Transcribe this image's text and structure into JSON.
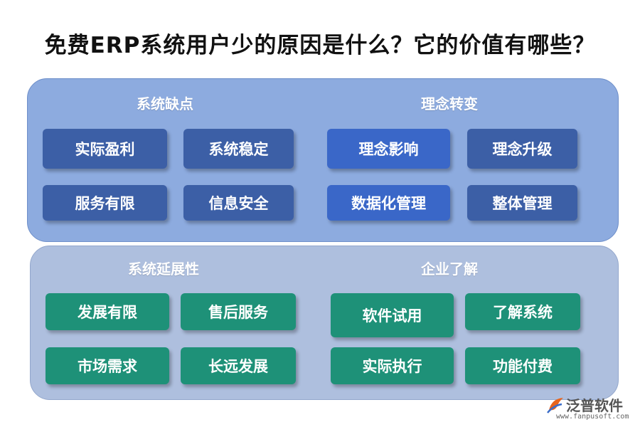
{
  "title": "免费ERP系统用户少的原因是什么？它的价值有哪些？",
  "sections": {
    "top_left": {
      "title": "系统缺点",
      "items": [
        "实际盈利",
        "系统稳定",
        "服务有限",
        "信息安全"
      ]
    },
    "top_right": {
      "title": "理念转变",
      "items": [
        "理念影响",
        "理念升级",
        "数据化管理",
        "整体管理"
      ]
    },
    "bottom_left": {
      "title": "系统延展性",
      "items": [
        "发展有限",
        "售后服务",
        "市场需求",
        "长远发展"
      ]
    },
    "bottom_right": {
      "title": "企业了解",
      "items": [
        "软件试用",
        "了解系统",
        "实际执行",
        "功能付费"
      ]
    }
  },
  "logo": {
    "name": "泛普软件",
    "url": "www.fanpusoft.com"
  },
  "colors": {
    "top_panel": "#8dabdf",
    "bottom_panel": "#aebfde",
    "blue_box": "#3c5fa6",
    "teal_box": "#1e9178"
  }
}
